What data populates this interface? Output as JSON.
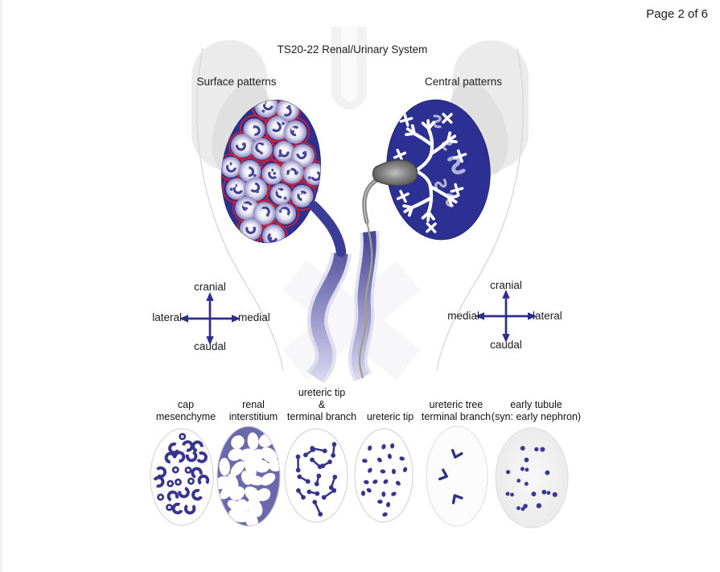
{
  "page": {
    "indicator": "Page 2 of 6"
  },
  "figure": {
    "title": "TS20-22 Renal/Urinary System",
    "surface_label": "Surface patterns",
    "central_label": "Central patterns"
  },
  "axes": {
    "left": {
      "top": "cranial",
      "bottom": "caudal",
      "left": "lateral",
      "right": "medial"
    },
    "right": {
      "top": "cranial",
      "bottom": "caudal",
      "left": "medial",
      "right": "lateral"
    }
  },
  "legend": {
    "items": [
      {
        "name": "cap-mesenchyme",
        "lines": [
          "cap",
          "mesenchyme"
        ]
      },
      {
        "name": "renal-interstitium",
        "lines": [
          "renal",
          "interstitium"
        ]
      },
      {
        "name": "ureteric-tip-terminal-branch",
        "lines": [
          "ureteric tip",
          "&",
          "terminal branch"
        ]
      },
      {
        "name": "ureteric-tip",
        "lines": [
          "ureteric tip"
        ]
      },
      {
        "name": "ureteric-tree-terminal-branch",
        "lines": [
          "ureteric tree",
          "terminal branch"
        ]
      },
      {
        "name": "early-tubule",
        "lines": [
          "early tubule",
          "(syn: early nephron)"
        ]
      }
    ]
  },
  "colors": {
    "kidney_blue": "#2c3092",
    "vessel_red": "#cf2130",
    "arrow_blue": "#2e2e8e",
    "duct_dark": "#3a3c96",
    "duct_light": "#c5c3e2",
    "interstitium_purple": "#6b68ad",
    "glyph_blue": "#36348e",
    "tubule_lavender": "#b4b1d8",
    "pelvis_gray": "#8a8a8a"
  }
}
